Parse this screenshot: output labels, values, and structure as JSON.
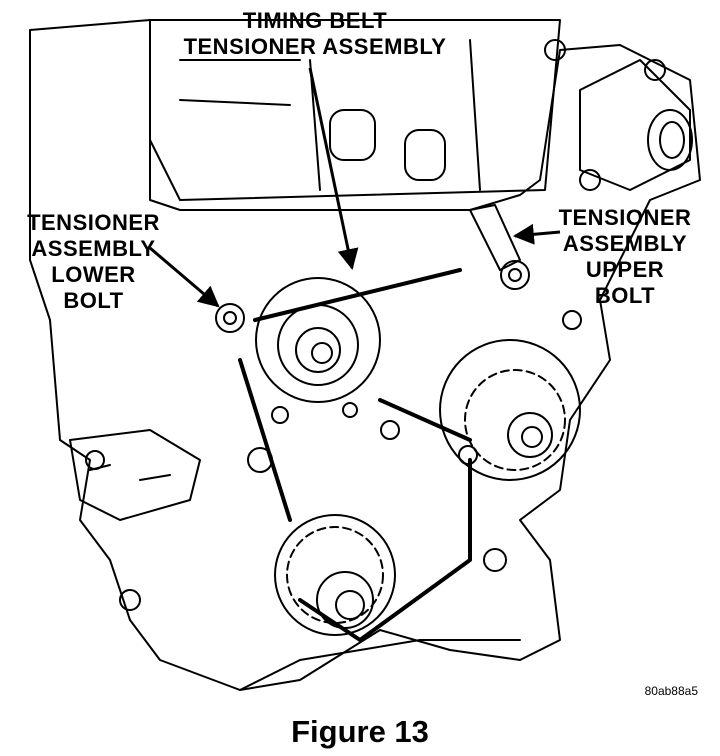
{
  "callouts": {
    "timing_belt_tensioner": {
      "line1": "TIMING BELT",
      "line2": "TENSIONER ASSEMBLY"
    },
    "lower_bolt": {
      "line1": "TENSIONER",
      "line2": "ASSEMBLY",
      "line3": "LOWER",
      "line4": "BOLT"
    },
    "upper_bolt": {
      "line1": "TENSIONER",
      "line2": "ASSEMBLY",
      "line3": "UPPER",
      "line4": "BOLT"
    }
  },
  "image_code": "80ab88a5",
  "caption": "Figure 13"
}
